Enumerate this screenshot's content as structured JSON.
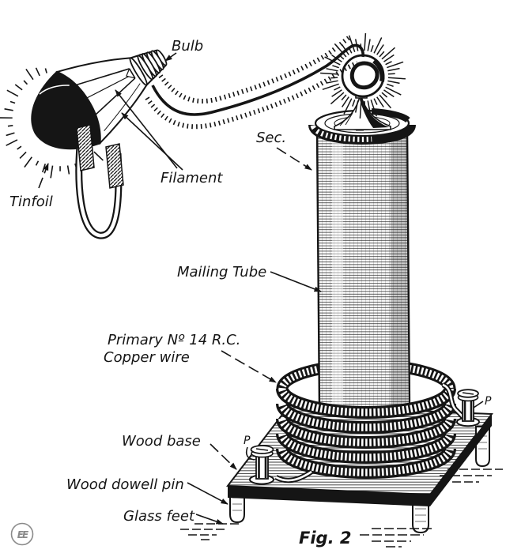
{
  "figure": {
    "caption": "Fig. 2",
    "publisher_mark": "EE"
  },
  "labels": {
    "bulb": "Bulb",
    "filament": "Filament",
    "tinfoil": "Tinfoil",
    "secondary": "Sec.",
    "mailing_tube": "Mailing Tube",
    "primary_line1": "Primary  Nº 14 R.C.",
    "primary_line2": "Copper wire",
    "wood_base": "Wood base",
    "wood_dowell_pin": "Wood dowell pin",
    "glass_feet": "Glass feet",
    "post_left": "P",
    "post_right": "P"
  },
  "colors": {
    "ink": "#151515",
    "paper": "#ffffff",
    "logo_gray": "#8a8a8a"
  }
}
